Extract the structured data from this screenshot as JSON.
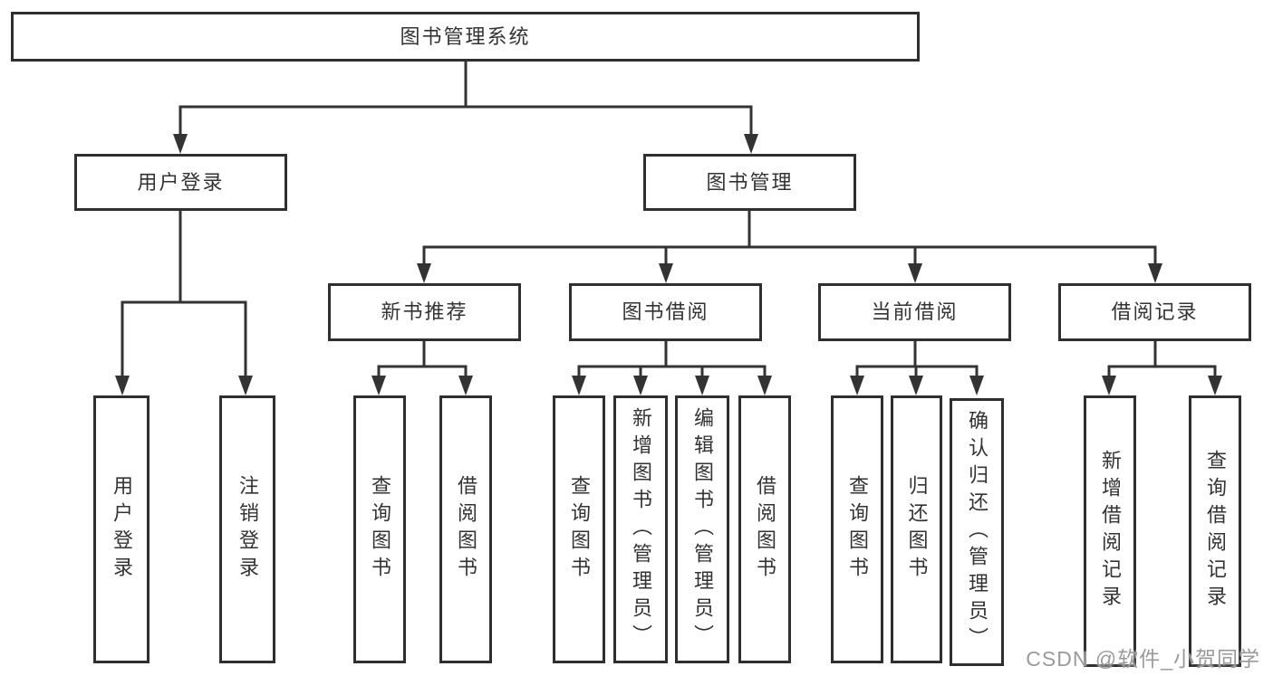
{
  "root_label": "图书管理系统",
  "branches": {
    "login": {
      "label": "用户登录",
      "children": [
        "用户登录",
        "注销登录"
      ]
    },
    "management": {
      "label": "图书管理",
      "sections": [
        {
          "label": "新书推荐",
          "children": [
            "查询图书",
            "借阅图书"
          ]
        },
        {
          "label": "图书借阅",
          "children": [
            "查询图书",
            "新增图书（管理员）",
            "编辑图书（管理员）",
            "借阅图书"
          ]
        },
        {
          "label": "当前借阅",
          "children": [
            "查询图书",
            "归还图书",
            "确认归还（管理员）"
          ]
        },
        {
          "label": "借阅记录",
          "children": [
            "新增借阅记录",
            "查询借阅记录"
          ]
        }
      ]
    }
  },
  "watermark": "CSDN @软件_小贺同学",
  "colors": {
    "line": "#333333",
    "box_border": "#2f2f2f",
    "box_fill": "#ffffff",
    "text": "#333333",
    "watermark": "#9a9a9a",
    "background": "#ffffff"
  }
}
